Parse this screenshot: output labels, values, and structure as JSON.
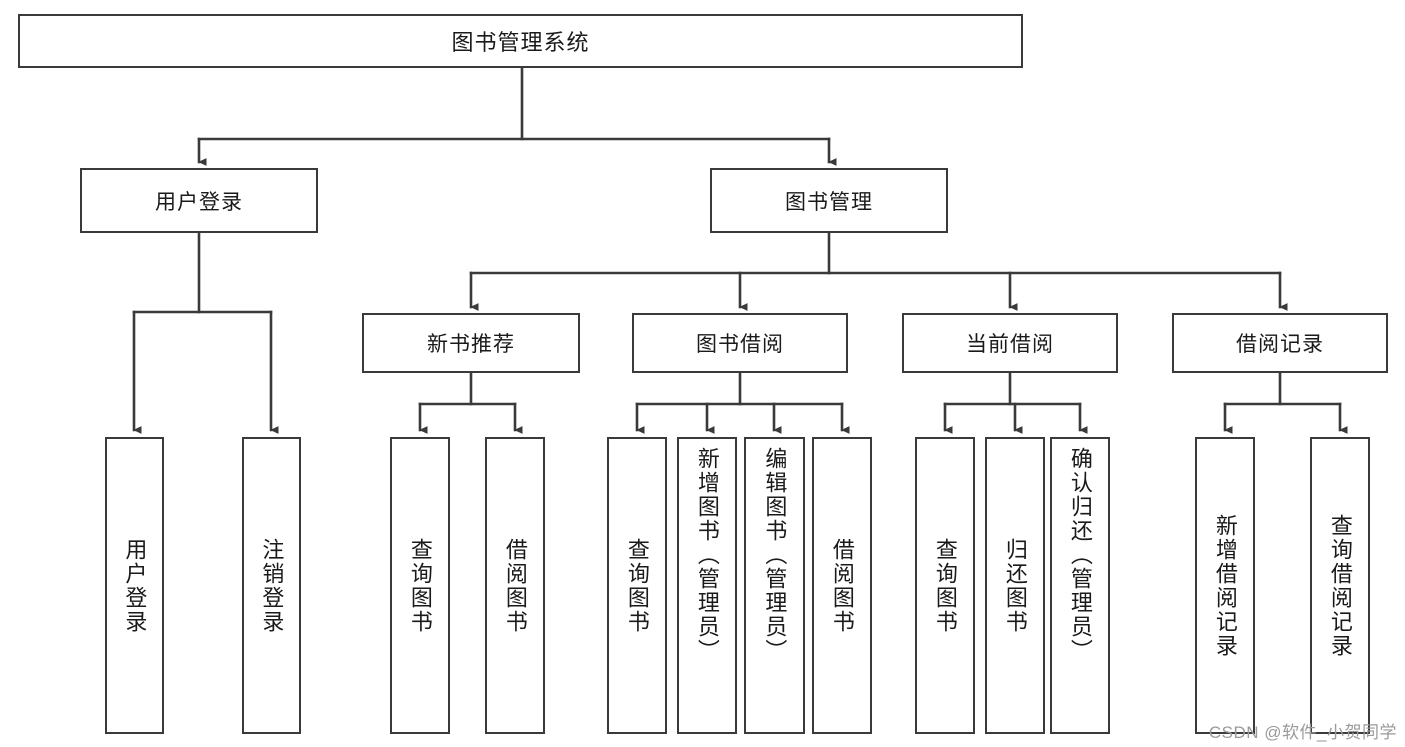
{
  "diagram": {
    "title": "图书管理系统",
    "type": "tree-hierarchy",
    "root": {
      "id": "root",
      "label": "图书管理系统"
    },
    "level2": [
      {
        "id": "user-login",
        "label": "用户登录"
      },
      {
        "id": "book-manage",
        "label": "图书管理"
      }
    ],
    "level3": [
      {
        "id": "new-book-recommend",
        "label": "新书推荐",
        "parent": "book-manage"
      },
      {
        "id": "book-borrow",
        "label": "图书借阅",
        "parent": "book-manage"
      },
      {
        "id": "current-borrow",
        "label": "当前借阅",
        "parent": "book-manage"
      },
      {
        "id": "borrow-record",
        "label": "借阅记录",
        "parent": "book-manage"
      }
    ],
    "leaves": {
      "user-login": [
        {
          "id": "leaf-user-login",
          "label": "用户登录"
        },
        {
          "id": "leaf-logout",
          "label": "注销登录"
        }
      ],
      "new-book-recommend": [
        {
          "id": "leaf-query-book-1",
          "label": "查询图书"
        },
        {
          "id": "leaf-borrow-book-1",
          "label": "借阅图书"
        }
      ],
      "book-borrow": [
        {
          "id": "leaf-query-book-2",
          "label": "查询图书"
        },
        {
          "id": "leaf-add-book",
          "label": "新增图书（管理员）"
        },
        {
          "id": "leaf-edit-book",
          "label": "编辑图书（管理员）"
        },
        {
          "id": "leaf-borrow-book-2",
          "label": "借阅图书"
        }
      ],
      "current-borrow": [
        {
          "id": "leaf-query-book-3",
          "label": "查询图书"
        },
        {
          "id": "leaf-return-book",
          "label": "归还图书"
        },
        {
          "id": "leaf-confirm-return",
          "label": "确认归还（管理员）"
        }
      ],
      "borrow-record": [
        {
          "id": "leaf-add-record",
          "label": "新增借阅记录"
        },
        {
          "id": "leaf-query-record",
          "label": "查询借阅记录"
        }
      ]
    }
  },
  "watermark": {
    "text": "CSDN @软件_小贺同学"
  },
  "colors": {
    "stroke": "#3a3a3a",
    "background": "#ffffff",
    "text": "#1a1a1a",
    "watermark": "#9a9a9a"
  }
}
